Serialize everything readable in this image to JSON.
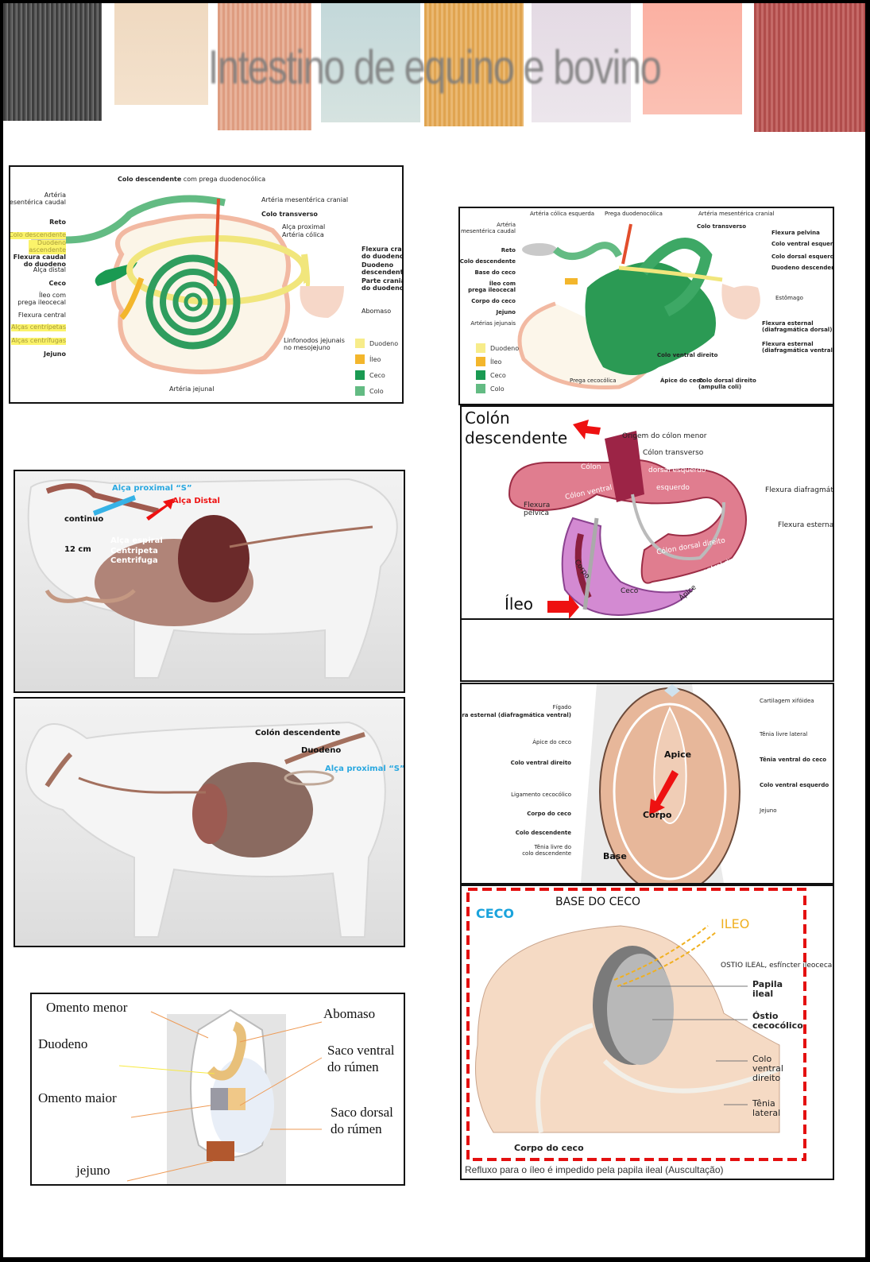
{
  "banner": {
    "title": "Intestino de equino e bovino",
    "stroke_colors": [
      "#4d4d4d",
      "#f0dcc4",
      "#e2a58d",
      "#c9dcdc",
      "#e3aa5a",
      "#e4dce4",
      "#fbb7aa",
      "#b85b58"
    ]
  },
  "bovine_diagram": {
    "top_label_bold": "Colo descendente",
    "top_label_rest": " com prega duodenocólica",
    "left_labels": [
      {
        "text": "Artéria\nmesentérica caudal",
        "bold": false,
        "highlight": false
      },
      {
        "text": "Reto",
        "bold": true,
        "highlight": false
      },
      {
        "text": "Colo descendente",
        "bold": false,
        "highlight": true
      },
      {
        "text": "Duodeno\nascendente",
        "bold": false,
        "highlight": true
      },
      {
        "text": "Flexura caudal\ndo duodeno",
        "bold": true,
        "highlight": false
      },
      {
        "text": "Alça distal",
        "bold": false,
        "highlight": false
      },
      {
        "text": "Ceco",
        "bold": true,
        "highlight": false
      },
      {
        "text": "Íleo com\nprega ileocecal",
        "bold": false,
        "highlight": false
      },
      {
        "text": "Flexura central",
        "bold": false,
        "highlight": false
      },
      {
        "text": "Alças centrípetas",
        "bold": false,
        "highlight": true
      },
      {
        "text": "Alças centrífugas",
        "bold": false,
        "highlight": true
      },
      {
        "text": "Jejuno",
        "bold": true,
        "highlight": false
      }
    ],
    "right_labels": [
      {
        "text": "Artéria mesentérica cranial",
        "bold": false
      },
      {
        "text": "Colo transverso",
        "bold": true
      },
      {
        "text": "Alça proximal",
        "bold": false
      },
      {
        "text": "Artéria cólica",
        "bold": false
      },
      {
        "text": "Flexura cranial\ndo duodeno",
        "bold": true
      },
      {
        "text": "Duodeno\ndescendente",
        "bold": true
      },
      {
        "text": "Parte cranial\ndo duodeno",
        "bold": true
      },
      {
        "text": "Abomaso",
        "bold": false
      },
      {
        "text": "Linfonodos jejunais\nno mesojejuno",
        "bold": false
      }
    ],
    "bottom_label": "Artéria jejunal",
    "legend": [
      {
        "label": "Duodeno",
        "color": "#f7ec8a"
      },
      {
        "label": "Íleo",
        "color": "#f3b62c"
      },
      {
        "label": "Ceco",
        "color": "#1a9a52"
      },
      {
        "label": "Colo",
        "color": "#63bb83"
      }
    ]
  },
  "equine_diagram": {
    "top_labels": [
      "Artéria cólica esquerda",
      "Prega duodenocólica",
      "Artéria mesentérica cranial"
    ],
    "left_labels": [
      {
        "text": "Artéria\nmesentérica caudal",
        "bold": false
      },
      {
        "text": "Reto",
        "bold": true
      },
      {
        "text": "Colo descendente",
        "bold": true
      },
      {
        "text": "Base do ceco",
        "bold": true
      },
      {
        "text": "Íleo com\nprega ileocecal",
        "bold": true
      },
      {
        "text": "Corpo do ceco",
        "bold": true
      },
      {
        "text": "Jejuno",
        "bold": true
      },
      {
        "text": "Artérias jejunais",
        "bold": false
      }
    ],
    "right_labels": [
      {
        "text": "Colo transverso",
        "bold": true
      },
      {
        "text": "Flexura pelvina",
        "bold": true
      },
      {
        "text": "Colo ventral esquerdo",
        "bold": true
      },
      {
        "text": "Colo dorsal esquerdo",
        "bold": true
      },
      {
        "text": "Duodeno descendente",
        "bold": true
      },
      {
        "text": "Estômago",
        "bold": false
      },
      {
        "text": "Flexura esternal\n(diafragmática dorsal)",
        "bold": true
      },
      {
        "text": "Flexura esternal\n(diafragmática ventral)",
        "bold": true
      }
    ],
    "bottom_labels": [
      {
        "text": "Colo ventral direito",
        "bold": true
      },
      {
        "text": "Prega cecocólica",
        "bold": false
      },
      {
        "text": "Ápice do ceco",
        "bold": true
      },
      {
        "text": "Colo dorsal direito\n(ampulla coli)",
        "bold": true
      }
    ],
    "legend": [
      {
        "label": "Duodeno",
        "color": "#f7ec8a"
      },
      {
        "label": "Íleo",
        "color": "#f3b62c"
      },
      {
        "label": "Ceco",
        "color": "#1a9a52"
      },
      {
        "label": "Colo",
        "color": "#63bb83"
      }
    ]
  },
  "colon_diagram": {
    "title_line1": "Colón",
    "title_line2": "descendente",
    "ileo_label": "Íleo",
    "labels": {
      "origem": "Origem do cólon menor",
      "transverso": "Cólon transverso",
      "colon": "Cólon",
      "dorsal_esquerdo": "dorsal esquerdo",
      "colon_ventral": "Cólon ventral",
      "esquerdo": "esquerdo",
      "flexura_diafragmatica": "Flexura diafragmática",
      "flexura_pelvica": "Flexura\npélvica",
      "flexura_esternal": "Flexura esternal",
      "base": "Base",
      "dorsal_direito": "Cólon dorsal direito",
      "ventral_direito": "Cólon ventral direito",
      "corpo": "Corpo",
      "ceco": "Ceco",
      "apice": "Ápice"
    }
  },
  "cow_3d_1": {
    "alca_proximal": "Alça proximal “S”",
    "alca_distal": "Alça Distal",
    "continuo": "continuo",
    "size": "12 cm",
    "espiral_lines": [
      "Alça espiral",
      "Centripeta",
      "Centrifuga"
    ]
  },
  "cow_3d_2": {
    "colon_descendente": "Colón descendente",
    "duodeno": "Duodeno",
    "alca_proximal": "Alça proximal “S”"
  },
  "ventral_view": {
    "left_labels": [
      {
        "text": "Fígado",
        "bold": false
      },
      {
        "text": "Flexura esternal (diafragmática ventral)",
        "bold": true
      },
      {
        "text": "Ápice do ceco",
        "bold": false
      },
      {
        "text": "Colo ventral direito",
        "bold": true
      },
      {
        "text": "Ligamento cecocólico",
        "bold": false
      },
      {
        "text": "Corpo do ceco",
        "bold": true
      },
      {
        "text": "Colo descendente",
        "bold": true
      },
      {
        "text": "Tênia livre do\ncolo descendente",
        "bold": false
      }
    ],
    "right_labels": [
      {
        "text": "Cartilagem xifóidea",
        "bold": false
      },
      {
        "text": "Tênia livre lateral",
        "bold": false
      },
      {
        "text": "Tênia ventral do ceco",
        "bold": true
      },
      {
        "text": "Colo ventral esquerdo",
        "bold": true
      },
      {
        "text": "Jejuno",
        "bold": false
      }
    ],
    "annotations": {
      "apice": "Apice",
      "corpo": "Corpo",
      "base": "Base"
    }
  },
  "ceco_closeup": {
    "ceco": "CECO",
    "base_do_ceco": "BASE DO CECO",
    "ileo": "ILEO",
    "ostio_ileal": "OSTIO ILEAL, esfíncter ileocecal",
    "right_labels": [
      "Papila\nileal",
      "Óstio\ncecocólico",
      "Colo\nventral\ndireito",
      "Tênia\nlateral"
    ],
    "corpo_do_ceco": "Corpo do ceco",
    "caption": "Refluxo para o íleo é impedido pela papila ileal (Auscultação)"
  },
  "omento_diagram": {
    "labels": {
      "omento_menor": "Omento menor",
      "duodeno": "Duodeno",
      "omento_maior": "Omento maior",
      "jejuno": "jejuno",
      "abomaso": "Abomaso",
      "saco_ventral": "Saco ventral\ndo rúmen",
      "saco_dorsal": "Saco dorsal\ndo rúmen"
    }
  },
  "colors": {
    "ceco_blue": "#1aa3dc",
    "ileo_orange": "#f0b020",
    "arrow_red": "#ee1111",
    "alca_proximal_blue": "#2aa8e0"
  }
}
